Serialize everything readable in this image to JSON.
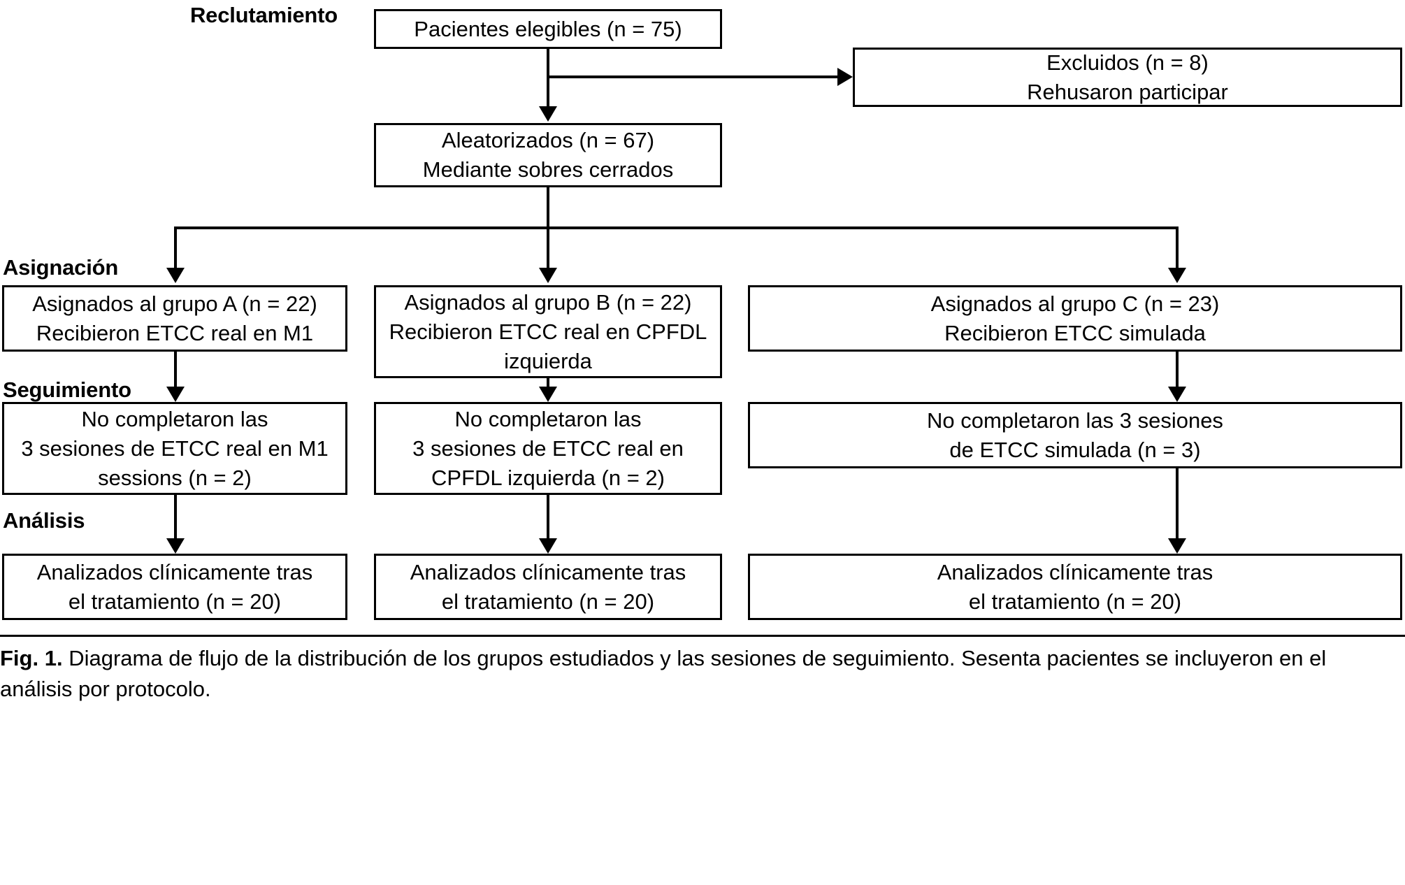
{
  "figure": {
    "stages": [
      {
        "key": "reclutamiento",
        "label": "Reclutamiento"
      },
      {
        "key": "asignacion",
        "label": "Asignación"
      },
      {
        "key": "seguimiento",
        "label": "Seguimiento"
      },
      {
        "key": "analisis",
        "label": "Análisis"
      }
    ],
    "boxes": {
      "eligible": {
        "lines": [
          "Pacientes elegibles (n = 75)"
        ]
      },
      "excluded": {
        "lines": [
          "Excluidos (n = 8)",
          "Rehusaron participar"
        ]
      },
      "randomized": {
        "lines": [
          "Aleatorizados (n = 67)",
          "Mediante sobres cerrados"
        ]
      },
      "alloc_a": {
        "lines": [
          "Asignados al grupo A (n = 22)",
          "Recibieron ETCC real en M1"
        ]
      },
      "alloc_b": {
        "lines": [
          "Asignados al grupo B (n = 22)",
          "Recibieron ETCC real en CPFDL",
          "izquierda"
        ]
      },
      "alloc_c": {
        "lines": [
          "Asignados al grupo C (n = 23)",
          "Recibieron ETCC simulada"
        ]
      },
      "follow_a": {
        "lines": [
          "No completaron las",
          "3 sesiones de ETCC real en M1",
          "sessions (n = 2)"
        ]
      },
      "follow_b": {
        "lines": [
          "No completaron las",
          "3 sesiones de ETCC real en",
          "CPFDL izquierda (n = 2)"
        ]
      },
      "follow_c": {
        "lines": [
          "No completaron las 3 sesiones",
          "de ETCC simulada (n = 3)"
        ]
      },
      "analysis_a": {
        "lines": [
          "Analizados clínicamente tras",
          "el tratamiento (n = 20)"
        ]
      },
      "analysis_b": {
        "lines": [
          "Analizados clínicamente tras",
          "el tratamiento (n = 20)"
        ]
      },
      "analysis_c": {
        "lines": [
          "Analizados clínicamente tras",
          "el tratamiento (n = 20)"
        ]
      }
    },
    "caption": {
      "prefix": "Fig. 1.",
      "text": " Diagrama de flujo de la distribución de los grupos estudiados y las sesiones de seguimiento. Sesenta pacientes se incluyeron en el análisis por protocolo."
    },
    "colors": {
      "stroke": "#000000",
      "fill": "#ffffff",
      "text": "#000000"
    }
  }
}
